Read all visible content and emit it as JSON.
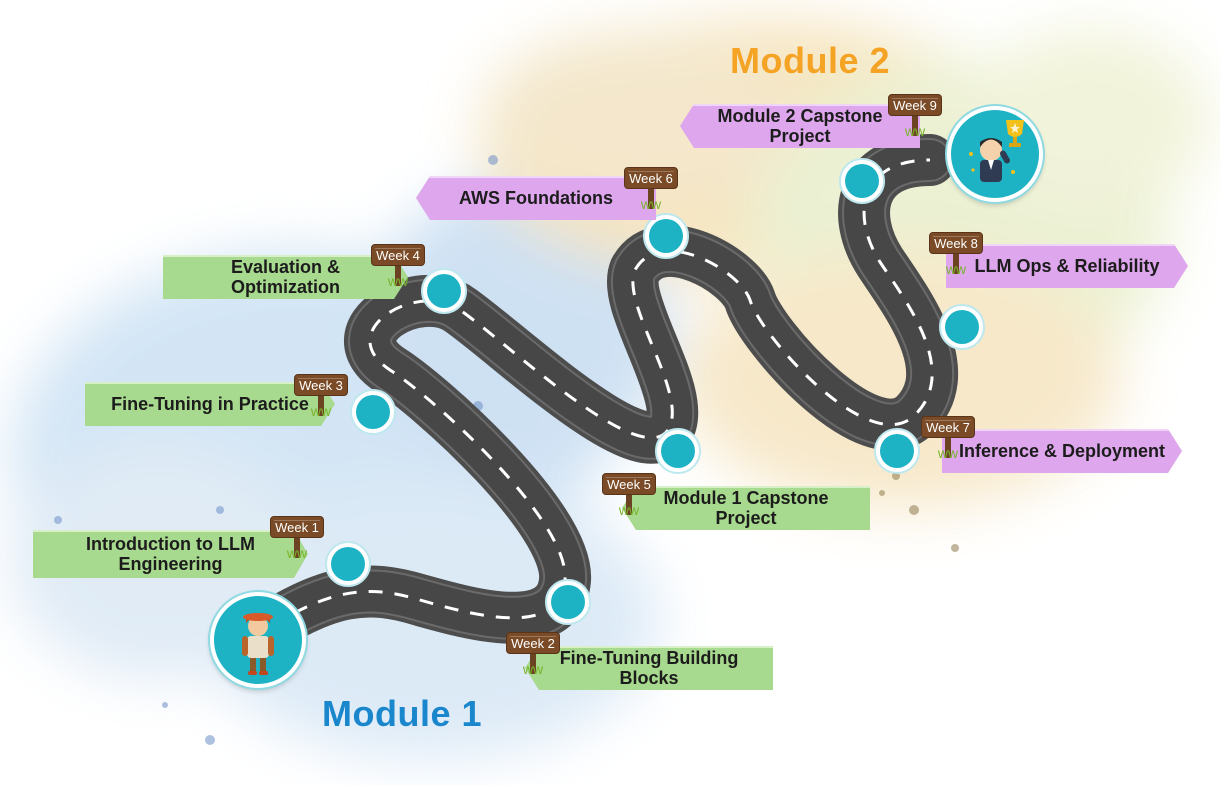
{
  "modules": {
    "module1": "Module 1",
    "module2": "Module 2"
  },
  "milestones": [
    {
      "week": "Week 1",
      "title": "Introduction to LLM Engineering",
      "module": 1
    },
    {
      "week": "Week 2",
      "title": "Fine-Tuning Building Blocks",
      "module": 1
    },
    {
      "week": "Week 3",
      "title": "Fine-Tuning in Practice",
      "module": 1
    },
    {
      "week": "Week 4",
      "title": "Evaluation & Optimization",
      "module": 1
    },
    {
      "week": "Week 5",
      "title": "Module 1 Capstone Project",
      "module": 1
    },
    {
      "week": "Week 6",
      "title": "AWS Foundations",
      "module": 2
    },
    {
      "week": "Week 7",
      "title": "Inference & Deployment",
      "module": 2
    },
    {
      "week": "Week 8",
      "title": "LLM Ops & Reliability",
      "module": 2
    },
    {
      "week": "Week 9",
      "title": "Module 2 Capstone Project",
      "module": 2
    }
  ],
  "colors": {
    "module1_banner": "#a7d98e",
    "module2_banner": "#dea6ec",
    "module1_title": "#1a86cc",
    "module2_title": "#f5a324",
    "road": "#4d4d4d",
    "waypoint": "#1db3c4",
    "signpost": "#7a4b26"
  },
  "icons": {
    "start": "hiker-icon",
    "finish": "trophy-winner-icon",
    "waypoint": "waypoint-circle-icon",
    "signpost": "wooden-signpost-icon"
  }
}
